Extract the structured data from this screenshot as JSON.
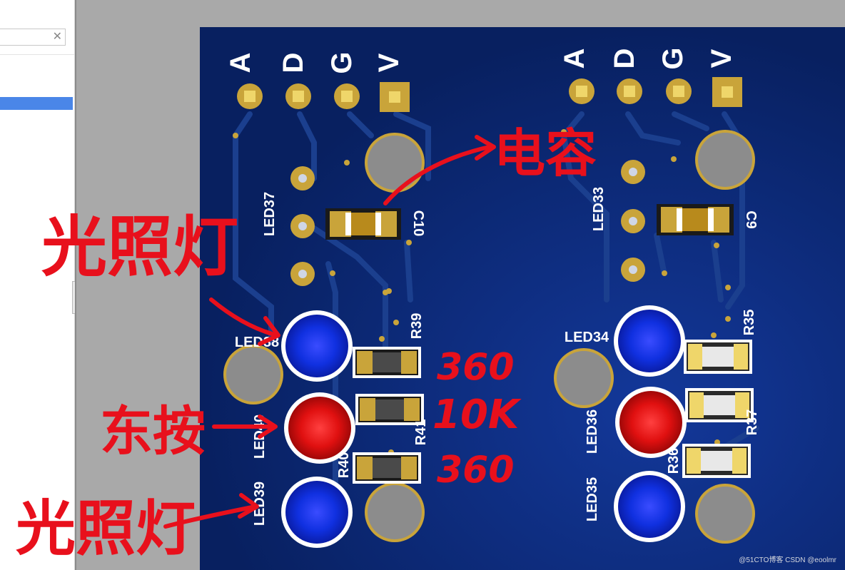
{
  "colors": {
    "board": "#0a2a78",
    "trace": "#1b3f8e",
    "pad_gold": "#c9a43a",
    "led_blue": "#1030e0",
    "led_red": "#e01010",
    "silkscreen": "#ffffff",
    "annotation": "#e8101c"
  },
  "header": {
    "left_labels": [
      "A",
      "D",
      "G",
      "V"
    ],
    "right_labels": [
      "A",
      "D",
      "G",
      "V"
    ]
  },
  "designators": {
    "left": {
      "led_light_sensor": "LED37",
      "led_top": "LED38",
      "led_mid": "LED40",
      "led_bottom": "LED39",
      "cap": "C10",
      "res_top": "R39",
      "res_mid": "R41",
      "res_bottom": "R40"
    },
    "right": {
      "led_light_sensor": "LED33",
      "led_top": "LED34",
      "led_mid": "LED36",
      "led_bottom": "LED35",
      "cap": "C9",
      "res_top": "R35",
      "res_mid": "R37",
      "res_bottom": "R36"
    }
  },
  "annotations": {
    "capacitor": "电容",
    "light_sensor": "光照灯",
    "indicator": "东按",
    "lamp": "光照灯",
    "value_top": "360",
    "value_mid": "10K",
    "value_bottom": "360"
  },
  "watermark": "@51CTO博客  CSDN @eoolmr"
}
